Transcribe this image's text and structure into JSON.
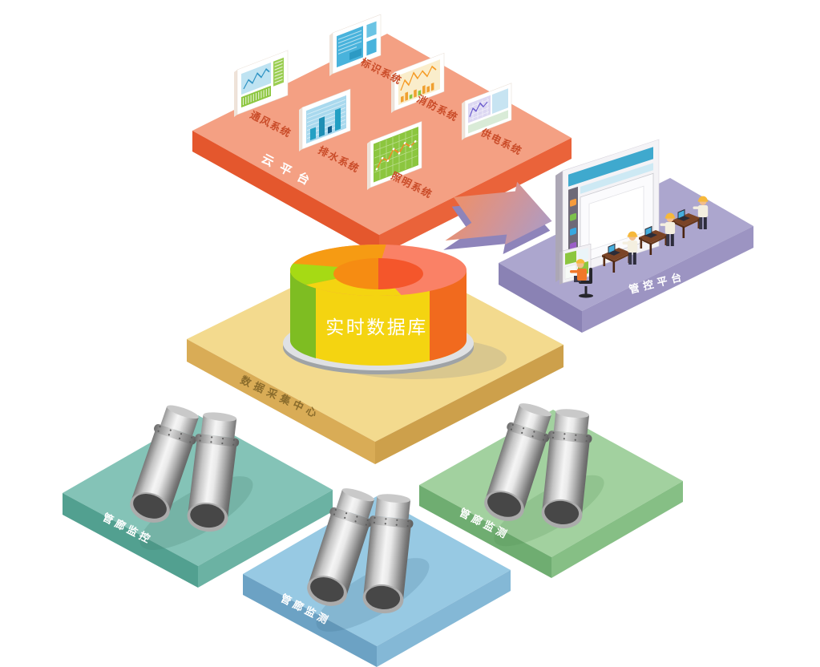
{
  "platforms": {
    "cloud": {
      "label": "云平台"
    },
    "control": {
      "label": "管控平台"
    },
    "data_collection": {
      "label": "数据采集中心",
      "database_label": "实时数据库"
    },
    "tunnel_left": {
      "label": "管廊监控"
    },
    "tunnel_middle": {
      "label": "管廊监测"
    },
    "tunnel_right": {
      "label": "管廊监测"
    }
  },
  "cloud_systems": [
    {
      "label": "通风系统"
    },
    {
      "label": "标识系统"
    },
    {
      "label": "消防系统"
    },
    {
      "label": "排水系统"
    },
    {
      "label": "供电系统"
    },
    {
      "label": "照明系统"
    }
  ],
  "colors": {
    "cloud_top": "#F4A083",
    "cloud_side_left": "#E4572D",
    "cloud_side_right": "#EA633A",
    "system_label_text": "#C94B28",
    "control_top": "#ACA6CE",
    "control_side_left": "#8A82B4",
    "control_side_right": "#9C94C2",
    "data_top": "#F3DA8E",
    "data_side_left": "#D9AC56",
    "data_side_right": "#CDA04B",
    "data_label_text": "#8A6C2C",
    "tunnel_left_top": "#84C3B7",
    "tunnel_middle_top": "#97C9E3",
    "tunnel_right_top": "#A2D19F",
    "database_body_yellow": "#F4D411",
    "database_segment_orange": "#F69B13",
    "database_segment_salmon": "#FA8166",
    "database_segment_green": "#A6DA14",
    "database_stripe_green": "#7EBD22",
    "database_stripe_orange": "#F16A1E",
    "database_hole_left": "#F68C12",
    "database_hole_right": "#F4562B",
    "screen_header_blue": "#3FA9CE",
    "arrow_gradient_from": "#EE9067",
    "arrow_gradient_to": "#A89DCB"
  }
}
